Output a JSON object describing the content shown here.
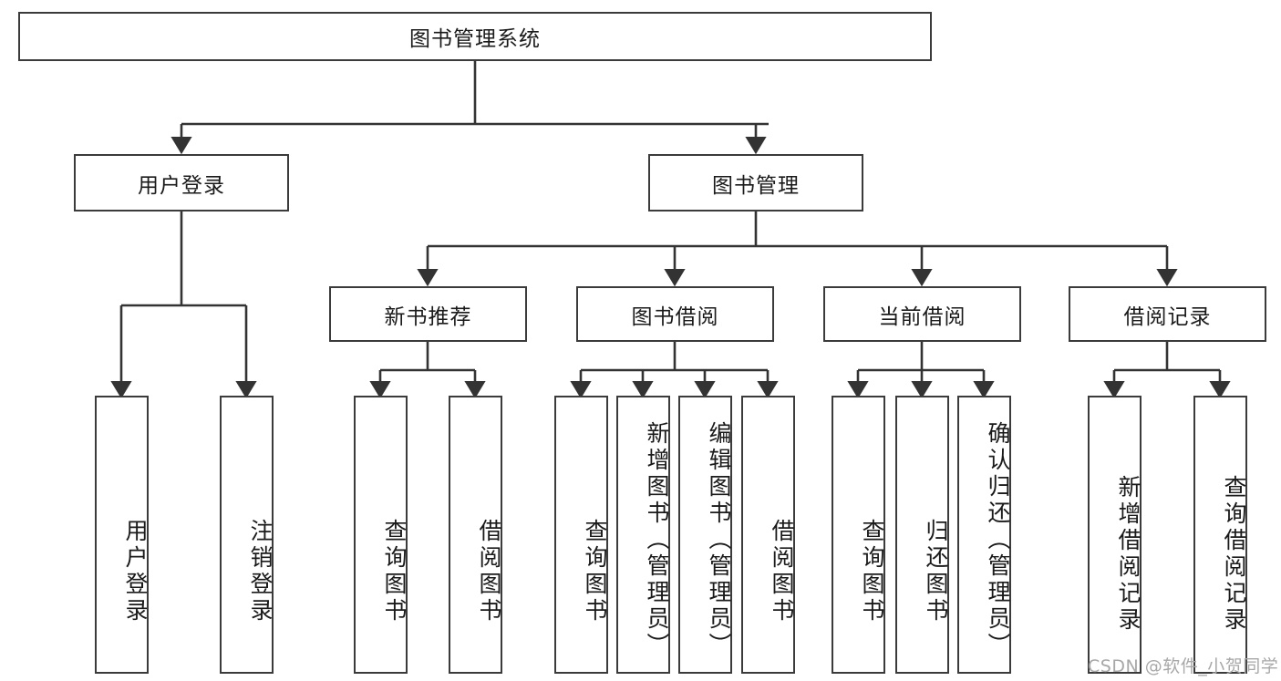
{
  "diagram": {
    "type": "hierarchy-tree",
    "title": "图书管理系统",
    "watermark": "CSDN @软件_小贺同学",
    "colors": {
      "box_border": "#3b3b3b",
      "box_fill": "#ffffff",
      "connector": "#333333",
      "text": "#1a1a1a",
      "watermark": "#a8a8a8"
    },
    "levels": {
      "root": {
        "label": "图书管理系统"
      },
      "level2": [
        {
          "label": "用户登录"
        },
        {
          "label": "图书管理"
        }
      ],
      "level3": [
        {
          "label": "新书推荐"
        },
        {
          "label": "图书借阅"
        },
        {
          "label": "当前借阅"
        },
        {
          "label": "借阅记录"
        }
      ],
      "leaves": [
        {
          "label": "用户登录",
          "parent": "用户登录"
        },
        {
          "label": "注销登录",
          "parent": "用户登录"
        },
        {
          "label": "查询图书",
          "parent": "新书推荐"
        },
        {
          "label": "借阅图书",
          "parent": "新书推荐"
        },
        {
          "label": "查询图书",
          "parent": "图书借阅"
        },
        {
          "label": "新增图书（管理员）",
          "parent": "图书借阅"
        },
        {
          "label": "编辑图书（管理员）",
          "parent": "图书借阅"
        },
        {
          "label": "借阅图书",
          "parent": "图书借阅"
        },
        {
          "label": "查询图书",
          "parent": "当前借阅"
        },
        {
          "label": "归还图书",
          "parent": "当前借阅"
        },
        {
          "label": "确认归还（管理员）",
          "parent": "当前借阅"
        },
        {
          "label": "新增借阅记录",
          "parent": "借阅记录"
        },
        {
          "label": "查询借阅记录",
          "parent": "借阅记录"
        }
      ]
    }
  }
}
